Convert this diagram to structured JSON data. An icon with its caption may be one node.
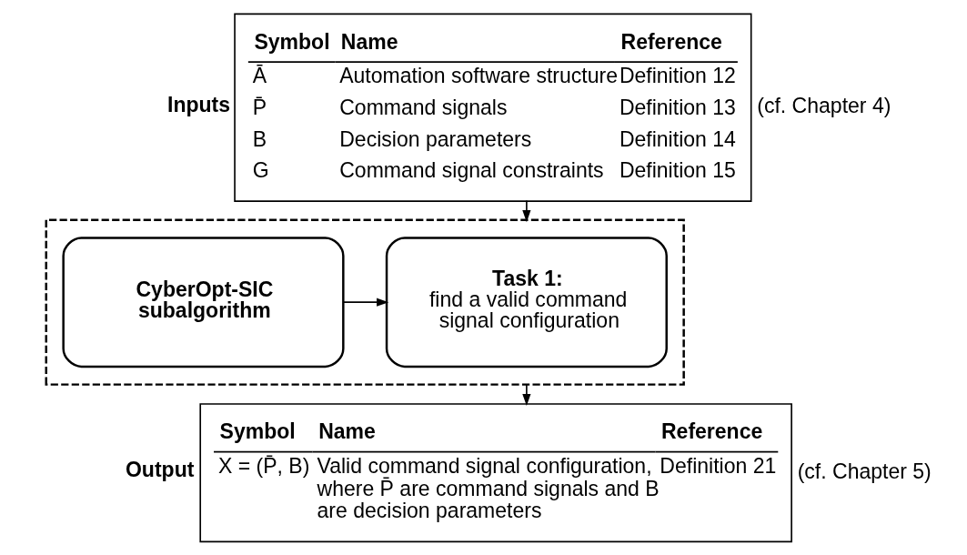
{
  "diagram": {
    "nodes": [
      {
        "text": [
          "Symbol",
          "Name",
          "Reference",
          "Ā",
          "Automation software structure",
          "Definition 12",
          "P̄",
          "Command signals",
          "Definition 13",
          "B",
          "Decision parameters",
          "Definition 14",
          "G",
          "Command signal constraints",
          "Definition 15"
        ],
        "beside": [
          "Inputs",
          "(cf. Chapter 4)"
        ]
      },
      {
        "text": [],
        "shape": "box"
      },
      {
        "text": [
          "Task 1:",
          "find a valid command signal configuration"
        ],
        "in": 1
      },
      {
        "text": [
          "CyberOpt-SIC subalgorithm"
        ],
        "in": 1
      },
      {
        "text": [
          "Symbol",
          "Name",
          "Reference",
          "X = (P̄, B)",
          "Valid command signal configuration, where P̄ are command signals and B are decision parameters",
          "Definition 21"
        ],
        "beside": [
          "Output",
          "(cf. Chapter 5)"
        ]
      }
    ],
    "edges": [
      {
        "from": 0,
        "to": 1,
        "arrow": "to"
      },
      {
        "from": 3,
        "to": 2,
        "arrow": "to"
      },
      {
        "from": 1,
        "to": 4,
        "arrow": "to"
      }
    ]
  }
}
